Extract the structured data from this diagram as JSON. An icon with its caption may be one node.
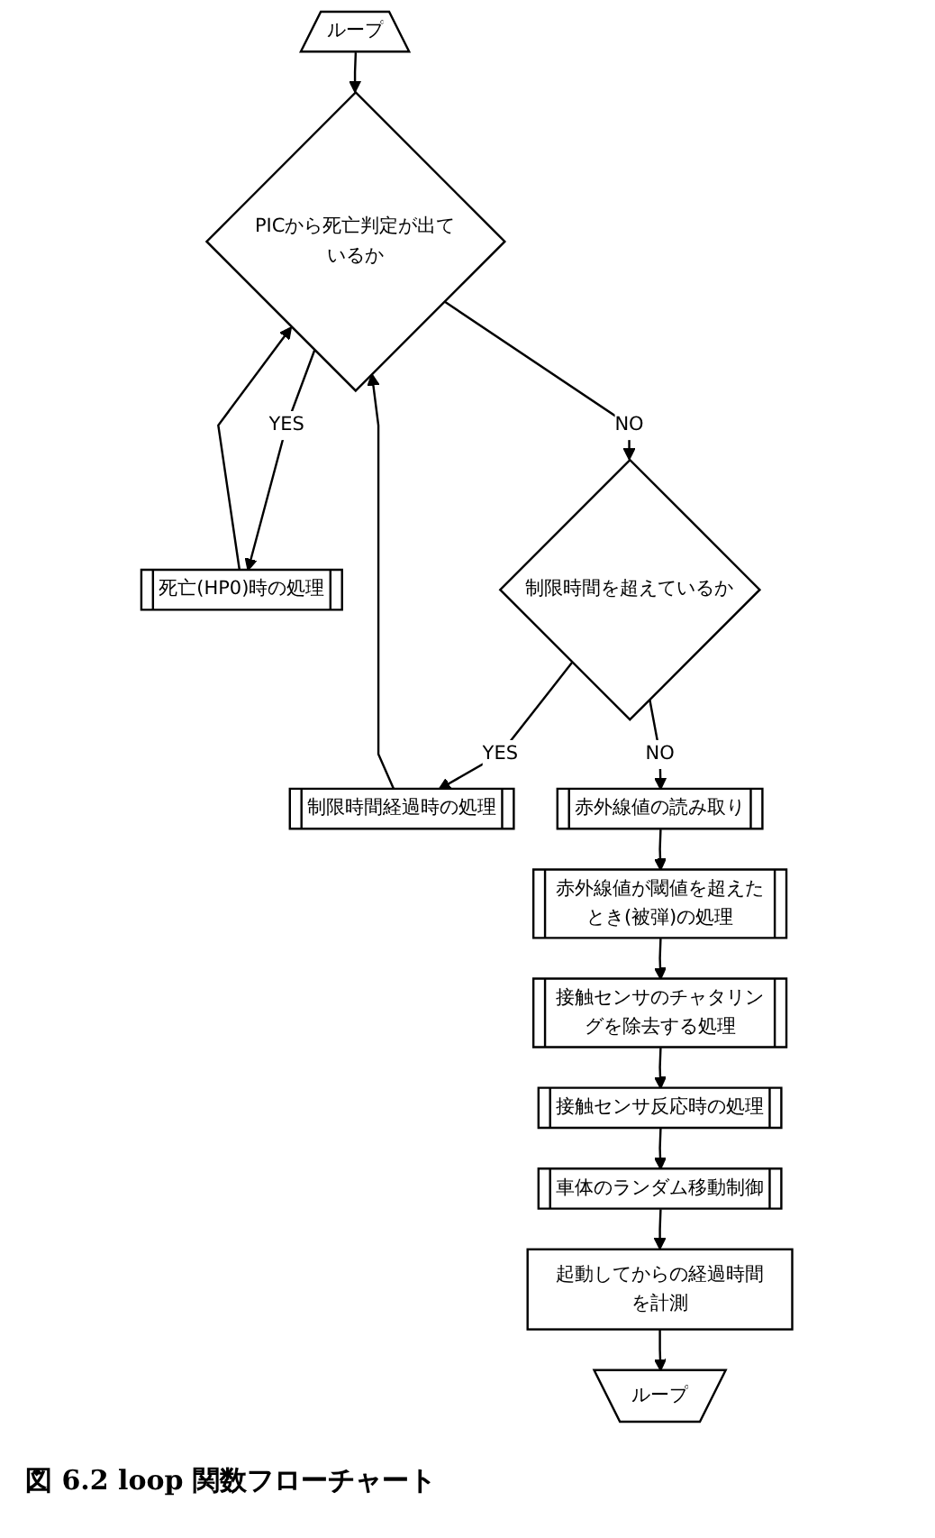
{
  "diagram": {
    "caption": "図 6.2 loop 関数フローチャート",
    "nodes": [
      {
        "text": [
          "ループ"
        ]
      },
      {
        "text": [
          "PICから死亡判定が出ているか"
        ]
      },
      {
        "text": [
          "死亡(HP0)時の処理"
        ]
      },
      {
        "text": [
          "制限時間を超えているか"
        ]
      },
      {
        "text": [
          "制限時間経過時の処理"
        ]
      },
      {
        "text": [
          "赤外線値の読み取り"
        ]
      },
      {
        "text": [
          "赤外線値が閾値を超えたとき(被弾)の処理"
        ]
      },
      {
        "text": [
          "接触センサのチャタリングを除去する処理"
        ]
      },
      {
        "text": [
          "接触センサ反応時の処理"
        ]
      },
      {
        "text": [
          "車体のランダム移動制御"
        ]
      },
      {
        "text": [
          "起動してからの経過時間を計測"
        ]
      },
      {
        "text": [
          "ループ"
        ]
      }
    ],
    "edges": [
      {
        "from": 0,
        "to": 1,
        "arrow": "to"
      },
      {
        "from": 1,
        "to": 2,
        "arrow": "to",
        "label": "YES"
      },
      {
        "from": 2,
        "to": 1,
        "arrow": "to"
      },
      {
        "from": 1,
        "to": 3,
        "arrow": "to",
        "label": "NO"
      },
      {
        "from": 3,
        "to": 4,
        "arrow": "to",
        "label": "YES"
      },
      {
        "from": 4,
        "to": 1,
        "arrow": "to"
      },
      {
        "from": 3,
        "to": 5,
        "arrow": "to",
        "label": "NO"
      },
      {
        "from": 5,
        "to": 6,
        "arrow": "to"
      },
      {
        "from": 6,
        "to": 7,
        "arrow": "to"
      },
      {
        "from": 7,
        "to": 8,
        "arrow": "to"
      },
      {
        "from": 8,
        "to": 9,
        "arrow": "to"
      },
      {
        "from": 9,
        "to": 10,
        "arrow": "to"
      },
      {
        "from": 10,
        "to": 11,
        "arrow": "to"
      }
    ]
  }
}
